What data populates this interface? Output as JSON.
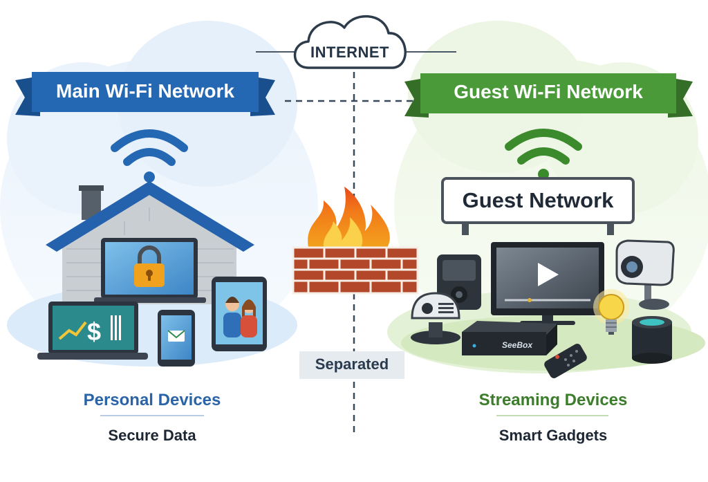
{
  "internet": {
    "label": "INTERNET"
  },
  "main": {
    "title": "Main Wi-Fi Network",
    "caption_primary": "Personal Devices",
    "caption_secondary": "Secure Data",
    "accent": "#2467b3",
    "caption_color": "#2a64a8"
  },
  "guest": {
    "title": "Guest Wi-Fi Network",
    "sign_text": "Guest Network",
    "caption_primary": "Streaming Devices",
    "caption_secondary": "Smart Gadgets",
    "accent": "#4a9a3a",
    "caption_color": "#3b7d2a",
    "set_top_box_brand": "SeeBox"
  },
  "firewall": {
    "label": "Separated"
  },
  "icons": {
    "left": [
      "wifi-icon",
      "house-icon",
      "lock-icon",
      "laptop-icon",
      "dollar-sign-icon",
      "phone-icon",
      "tablet-icon"
    ],
    "right": [
      "wifi-icon",
      "tv-icon",
      "play-icon",
      "security-camera-icon",
      "smart-speaker-icon",
      "light-bulb-icon",
      "remote-icon",
      "set-top-box-icon"
    ],
    "center": [
      "cloud-icon",
      "firewall-icon",
      "flame-icon"
    ]
  }
}
